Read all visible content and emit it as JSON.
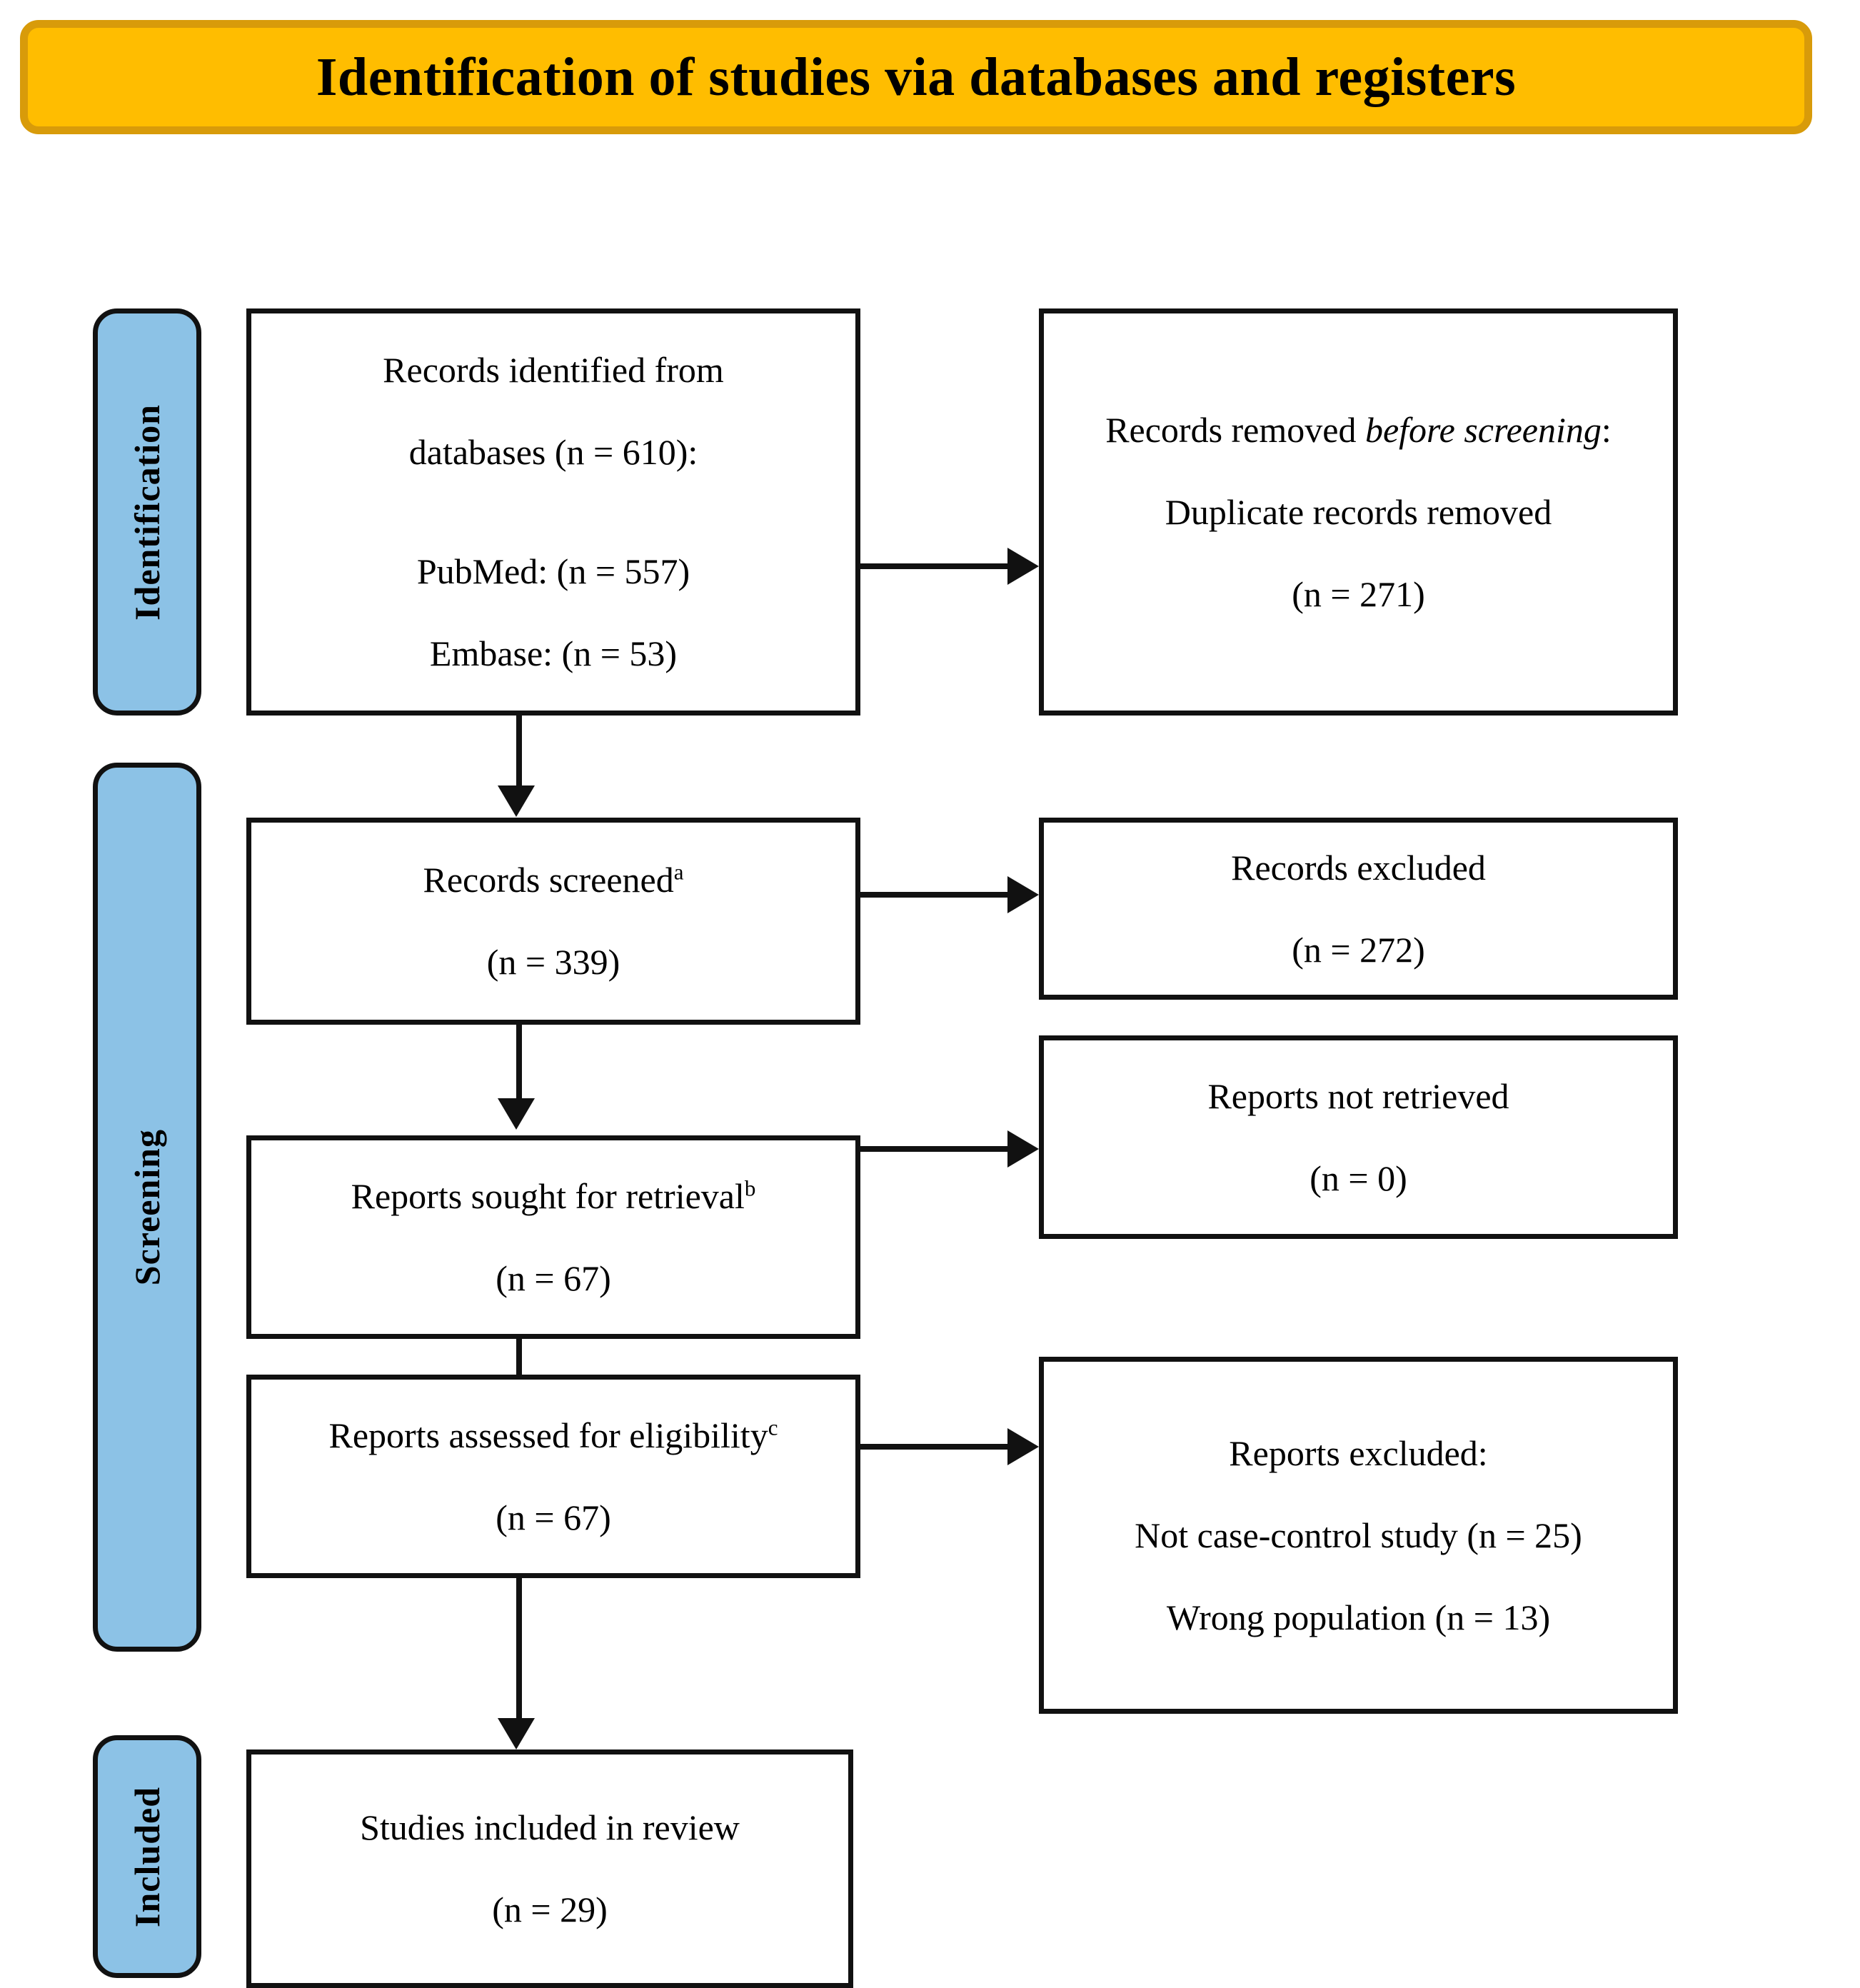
{
  "banner": {
    "title": "Identification of studies via databases and registers",
    "fill_color": "#FFBD00",
    "border_color": "#D89B0A"
  },
  "stages": {
    "fill_color": "#8CC2E6",
    "identification": "Identification",
    "screening": "Screening",
    "included": "Included"
  },
  "boxes": {
    "identified": {
      "line1": "Records identified from",
      "line2": "databases (n = 610):",
      "line3": "PubMed: (n = 557)",
      "line4": "Embase: (n = 53)"
    },
    "removed_before_screening": {
      "line1_prefix": "Records removed ",
      "line1_italic": "before screening",
      "line1_suffix": ":",
      "line2": "Duplicate records removed",
      "line3": "(n = 271)"
    },
    "screened": {
      "label": "Records screened",
      "superscript": "a",
      "count": "(n = 339)"
    },
    "records_excluded": {
      "label": "Records excluded",
      "count": "(n = 272)"
    },
    "sought_retrieval": {
      "label": "Reports sought for retrieval",
      "superscript": "b",
      "count": "(n = 67)"
    },
    "not_retrieved": {
      "label": "Reports not retrieved",
      "count": "(n = 0)"
    },
    "assessed_eligibility": {
      "label": "Reports assessed for eligibility",
      "superscript": "c",
      "count": "(n = 67)"
    },
    "reports_excluded": {
      "heading": "Reports excluded:",
      "reason1": "Not case-control study (n = 25)",
      "reason2": "Wrong population (n = 13)"
    },
    "included_studies": {
      "label": "Studies included in review",
      "count": "(n = 29)"
    }
  },
  "chart_data": {
    "type": "diagram",
    "title": "Identification of studies via databases and registers",
    "nodes": [
      {
        "id": "identified",
        "stage": "Identification",
        "label": "Records identified from databases",
        "n": 610,
        "breakdown": [
          {
            "source": "PubMed",
            "n": 557
          },
          {
            "source": "Embase",
            "n": 53
          }
        ]
      },
      {
        "id": "removed_before_screening",
        "stage": "Identification",
        "label": "Records removed before screening: Duplicate records removed",
        "n": 271
      },
      {
        "id": "screened",
        "stage": "Screening",
        "label": "Records screened",
        "note": "a",
        "n": 339
      },
      {
        "id": "records_excluded",
        "stage": "Screening",
        "label": "Records excluded",
        "n": 272
      },
      {
        "id": "sought_retrieval",
        "stage": "Screening",
        "label": "Reports sought for retrieval",
        "note": "b",
        "n": 67
      },
      {
        "id": "not_retrieved",
        "stage": "Screening",
        "label": "Reports not retrieved",
        "n": 0
      },
      {
        "id": "assessed_eligibility",
        "stage": "Screening",
        "label": "Reports assessed for eligibility",
        "note": "c",
        "n": 67
      },
      {
        "id": "reports_excluded",
        "stage": "Screening",
        "label": "Reports excluded",
        "breakdown": [
          {
            "reason": "Not case-control study",
            "n": 25
          },
          {
            "reason": "Wrong population",
            "n": 13
          }
        ]
      },
      {
        "id": "included_studies",
        "stage": "Included",
        "label": "Studies included in review",
        "n": 29
      }
    ],
    "edges": [
      {
        "from": "identified",
        "to": "removed_before_screening",
        "direction": "right"
      },
      {
        "from": "identified",
        "to": "screened",
        "direction": "down"
      },
      {
        "from": "screened",
        "to": "records_excluded",
        "direction": "right"
      },
      {
        "from": "screened",
        "to": "sought_retrieval",
        "direction": "down"
      },
      {
        "from": "sought_retrieval",
        "to": "not_retrieved",
        "direction": "right"
      },
      {
        "from": "sought_retrieval",
        "to": "assessed_eligibility",
        "direction": "down"
      },
      {
        "from": "assessed_eligibility",
        "to": "reports_excluded",
        "direction": "right"
      },
      {
        "from": "assessed_eligibility",
        "to": "included_studies",
        "direction": "down"
      }
    ]
  }
}
